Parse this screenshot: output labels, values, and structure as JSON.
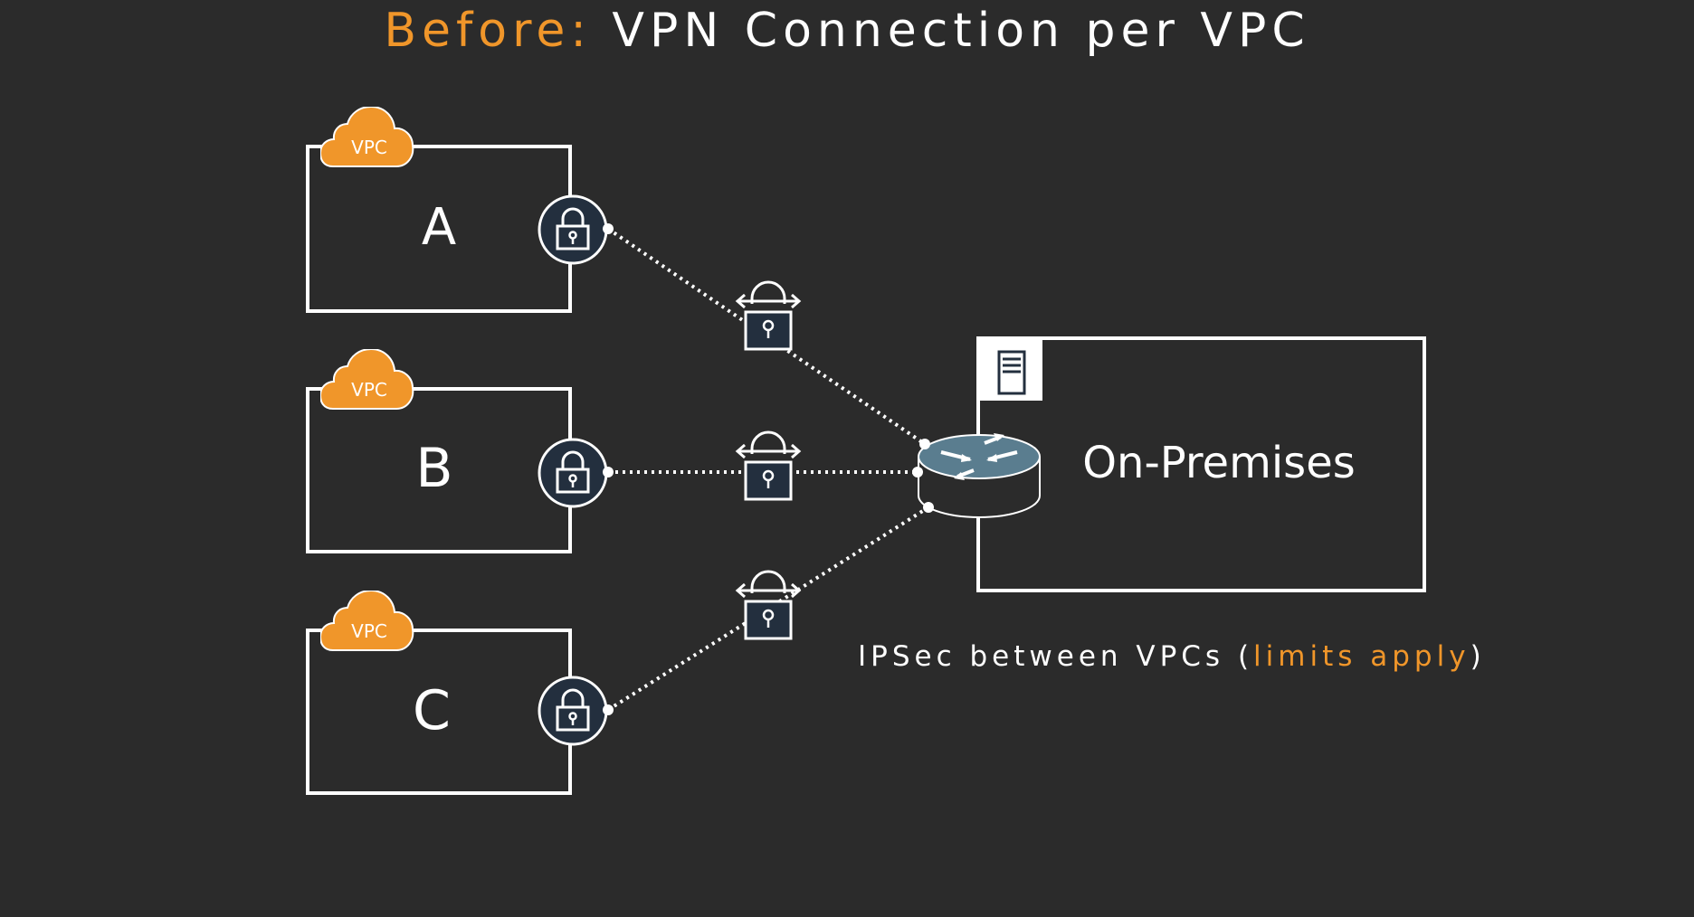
{
  "title": {
    "prefix": "Before:",
    "main": "VPN Connection per VPC"
  },
  "colors": {
    "background": "#2b2b2b",
    "accent": "#f0962a",
    "lock_circle": "#232f3e",
    "router": "#5a7d8f"
  },
  "vpcs": [
    {
      "badge": "VPC",
      "label": "A"
    },
    {
      "badge": "VPC",
      "label": "B"
    },
    {
      "badge": "VPC",
      "label": "C"
    }
  ],
  "on_premises": {
    "label": "On-Premises",
    "icon": "server-icon"
  },
  "caption": {
    "before": "IPSec between VPCs (",
    "highlight": "limits apply",
    "after": ")"
  },
  "icons": {
    "vpc_lock": "padlock-icon",
    "vpn_tunnel": "vpn-lock-icon",
    "router": "router-icon"
  }
}
